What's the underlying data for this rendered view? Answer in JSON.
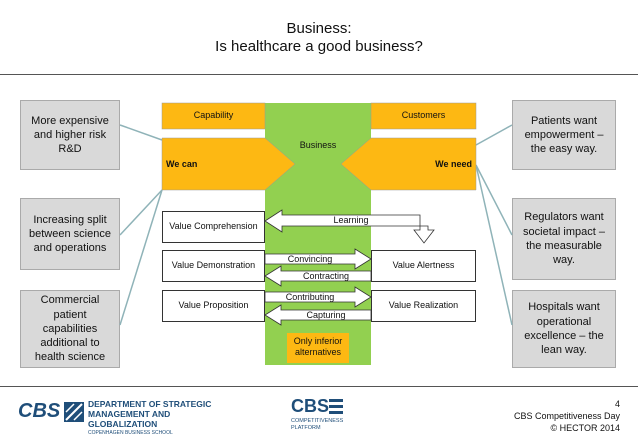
{
  "title": {
    "line1": "Business:",
    "line2": "Is healthcare a good business?"
  },
  "left_boxes": [
    "More expensive and higher risk R&D",
    "Increasing split between science and operations",
    "Commercial patient capabilities additional to health science"
  ],
  "right_boxes": [
    "Patients want empowerment – the easy way.",
    "Regulators want societal impact – the measurable way.",
    "Hospitals want operational excellence – the lean way."
  ],
  "center": {
    "capability": "Capability",
    "customers": "Customers",
    "business": "Business",
    "we_can": "We can",
    "we_need": "We need",
    "value_comprehension": "Value Comprehension",
    "value_demonstration": "Value Demonstration",
    "value_proposition": "Value Proposition",
    "value_alertness": "Value Alertness",
    "value_realization": "Value Realization",
    "learning": "Learning",
    "convincing": "Convincing",
    "contracting": "Contracting",
    "contributing": "Contributing",
    "capturing": "Capturing",
    "inferior": "Only inferior alternatives"
  },
  "footer": {
    "page": "4",
    "event": "CBS Competitiveness Day",
    "copyright": "© HECTOR 2014",
    "logo_left_text": "CBS",
    "dept_line1": "DEPARTMENT OF STRATEGIC",
    "dept_line2": "MANAGEMENT AND GLOBALIZATION",
    "dept_line3": "COPENHAGEN BUSINESS SCHOOL",
    "logo_center_text": "CBS",
    "platform_line1": "COMPETITIVENESS",
    "platform_line2": "PLATFORM"
  },
  "colors": {
    "orange": "#fdb813",
    "green": "#92d050",
    "gray_box": "#d9d9d9",
    "logo_blue": "#1f4e79"
  }
}
